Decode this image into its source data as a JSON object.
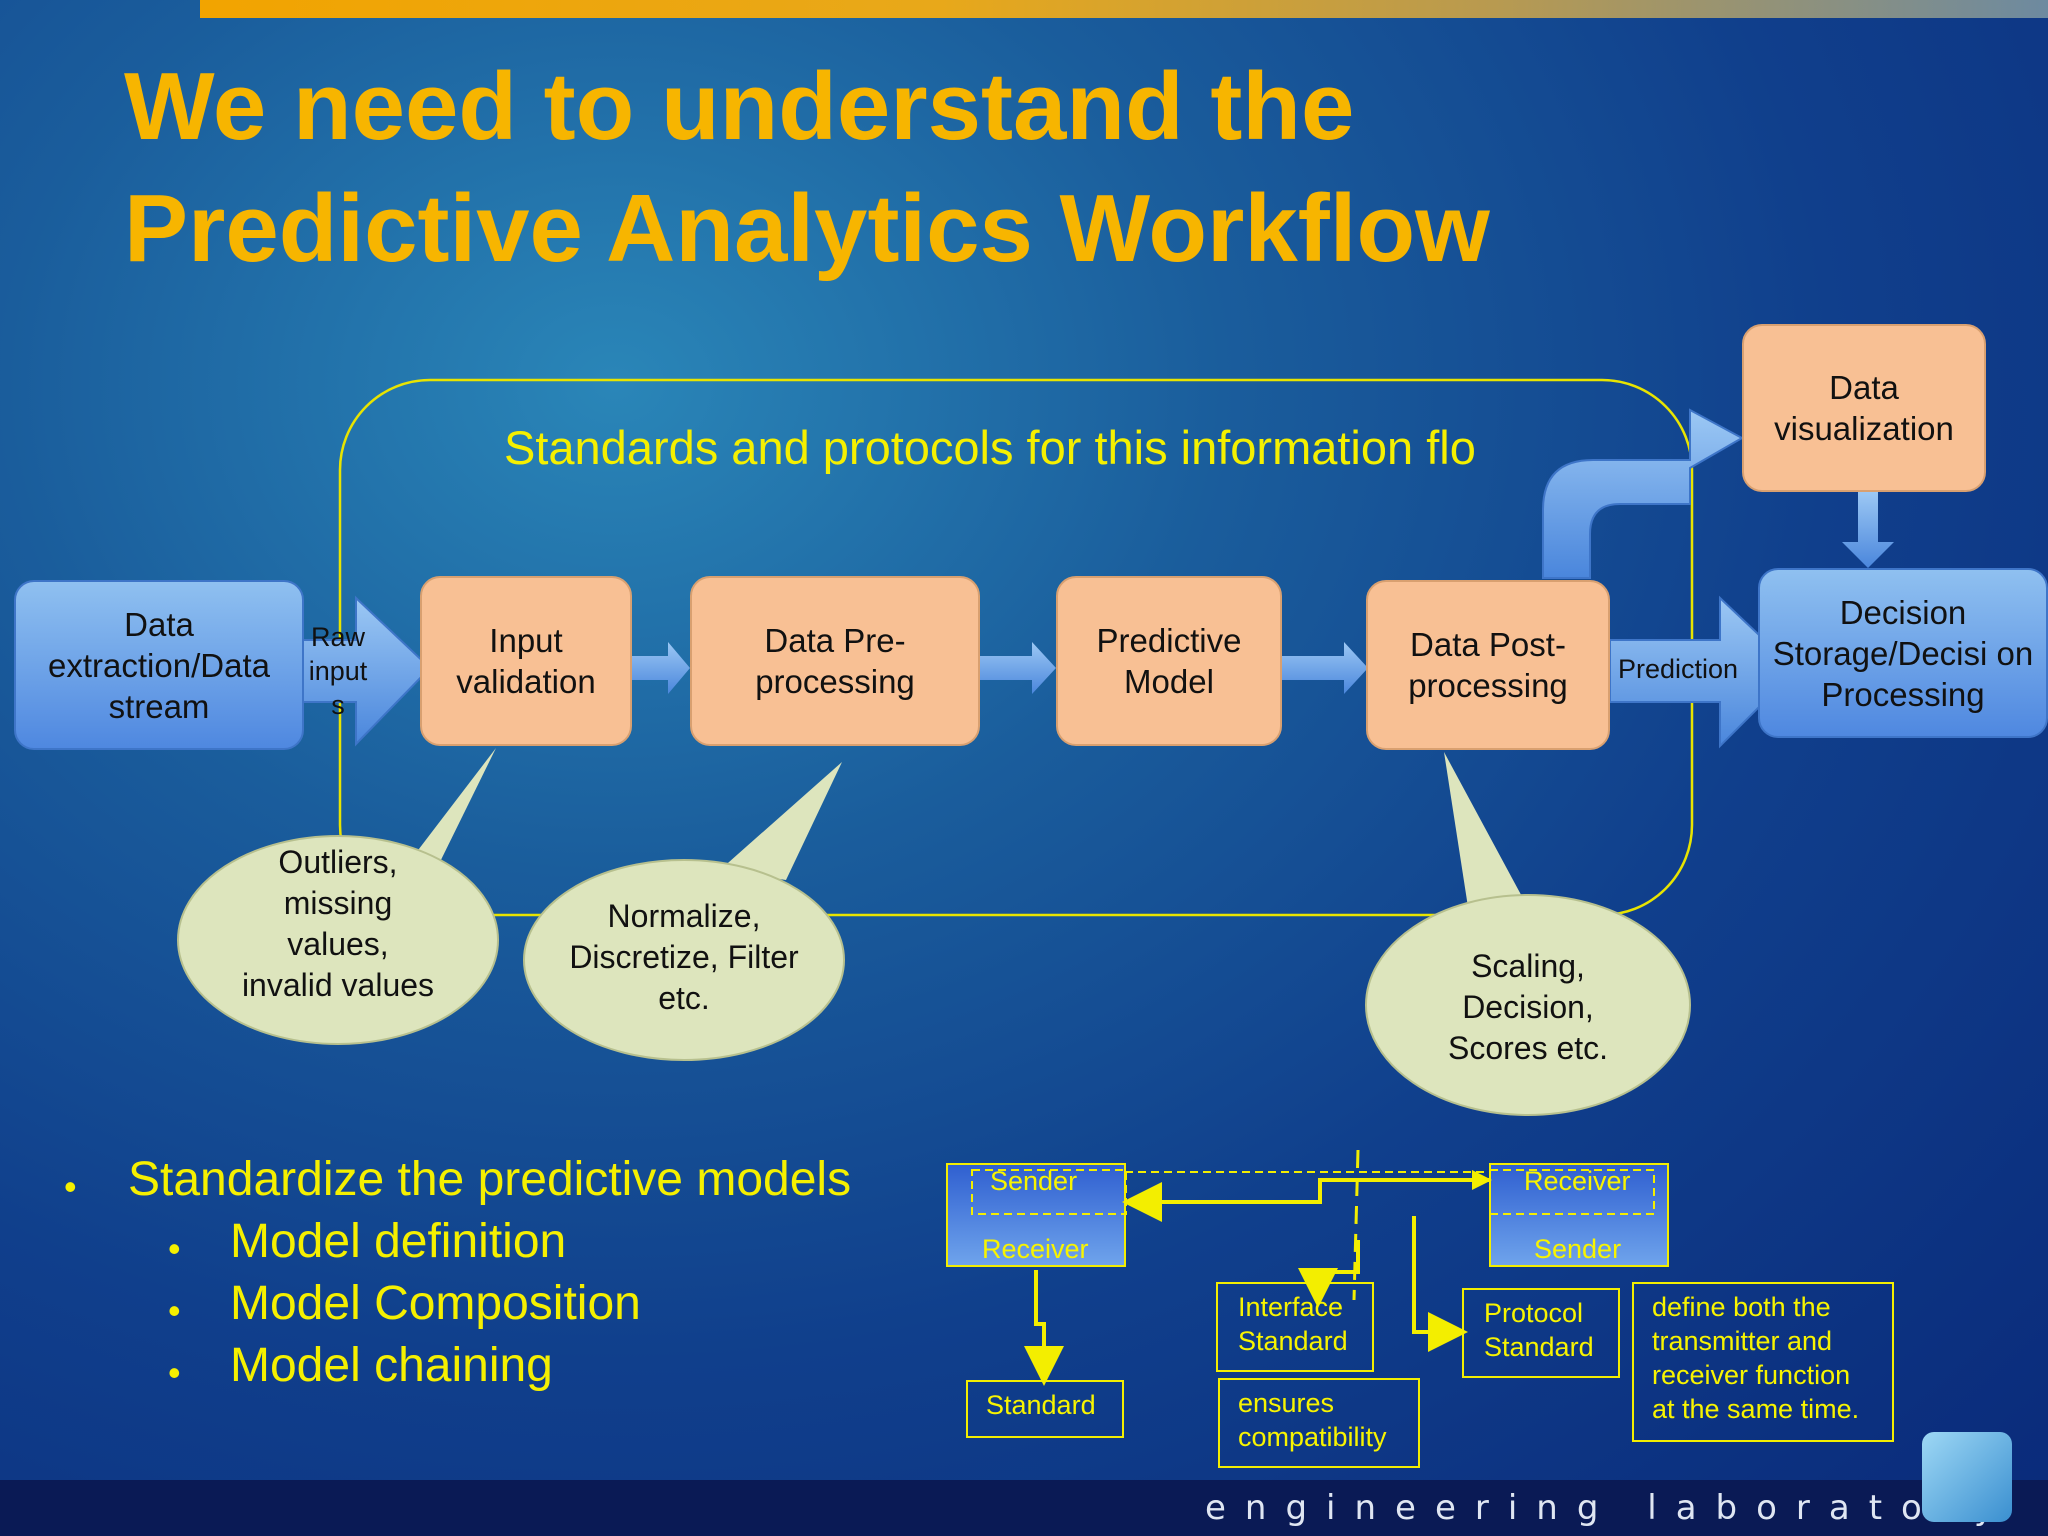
{
  "title": {
    "line1": "We need to understand the",
    "line2": "Predictive Analytics Workflow"
  },
  "loop_label": "Standards and protocols for this information flo",
  "nodes": {
    "data_extraction": "Data extraction/Data stream",
    "input_validation": "Input validation",
    "pre_processing": "Data Pre-processing",
    "predictive_model": "Predictive Model",
    "post_processing": "Data Post-processing",
    "data_visualization": "Data visualization",
    "decision_storage": "Decision Storage/Decisi on Processing"
  },
  "arrow_labels": {
    "raw_inputs": "Raw input s",
    "prediction": "Prediction"
  },
  "callouts": {
    "validation": "Outliers, missing values, invalid values",
    "preprocessing": "Normalize, Discretize, Filter etc.",
    "postprocessing": "Scaling, Decision, Scores etc."
  },
  "bullets": {
    "main": "Standardize the predictive models",
    "sub": [
      "Model definition",
      "Model Composition",
      "Model chaining"
    ]
  },
  "protocol_diagram": {
    "left_top": "Sender",
    "left_bottom": "Receiver",
    "right_top": "Receiver",
    "right_bottom": "Sender",
    "standard": "Standard",
    "interface_standard": "Interface Standard",
    "ensures": "ensures compatibility",
    "protocol_standard": "Protocol Standard",
    "define_note": "define both the transmitter and receiver function at the same time."
  },
  "footer": "engineering laboratory",
  "colors": {
    "title": "#f7b500",
    "accent_yellow": "#f5f000",
    "orange_box": "#f8c094",
    "blue_box": "#5c95e3",
    "callout": "#dde5bd"
  }
}
